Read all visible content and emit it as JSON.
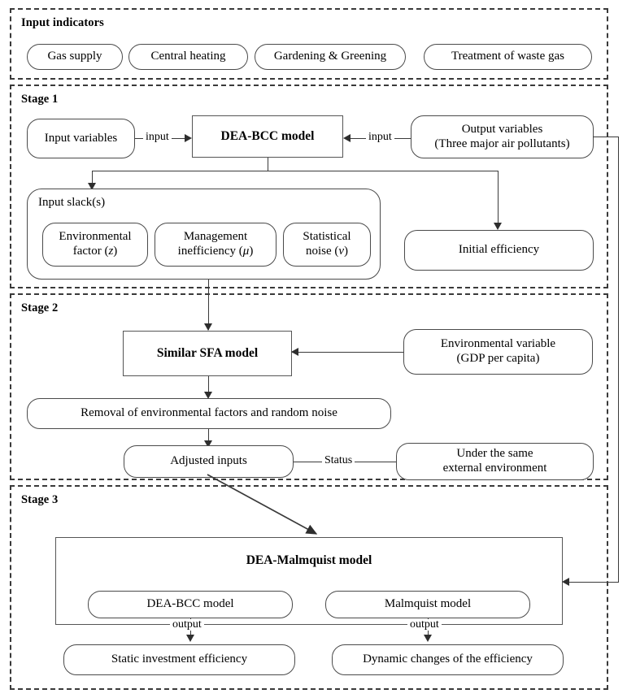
{
  "sections": {
    "input_indicators": {
      "title": "Input indicators",
      "items": [
        {
          "label": "Gas supply"
        },
        {
          "label": "Central heating"
        },
        {
          "label": "Gardening & Greening"
        },
        {
          "label": "Treatment of waste gas"
        }
      ]
    },
    "stage1": {
      "title": "Stage 1",
      "input_variables": "Input variables",
      "model": "DEA-BCC model",
      "output_variables_line1": "Output variables",
      "output_variables_line2": "(Three major air pollutants)",
      "edge_input_left": "input",
      "edge_input_right": "input",
      "slack_title": "Input slack(s)",
      "slack_items": [
        {
          "line1": "Environmental",
          "line2_pre": "factor (",
          "symbol": "z",
          "line2_post": ")"
        },
        {
          "line1": "Management",
          "line2_pre": "inefficiency (",
          "symbol": "μ",
          "line2_post": ")"
        },
        {
          "line1": "Statistical",
          "line2_pre": "noise (",
          "symbol": "v",
          "line2_post": ")"
        }
      ],
      "initial_efficiency": "Initial efficiency"
    },
    "stage2": {
      "title": "Stage 2",
      "model": "Similar SFA model",
      "env_variable_line1": "Environmental variable",
      "env_variable_line2": "(GDP per capita)",
      "removal": "Removal of environmental factors and random noise",
      "adjusted_inputs": "Adjusted inputs",
      "edge_status": "Status",
      "same_env_line1": "Under the same",
      "same_env_line2": "external environment"
    },
    "stage3": {
      "title": "Stage 3",
      "group_title": "DEA-Malmquist model",
      "sub_left": "DEA-BCC model",
      "sub_right": "Malmquist model",
      "edge_output_left": "output",
      "edge_output_right": "output",
      "result_left": "Static investment efficiency",
      "result_right": "Dynamic changes of the efficiency"
    }
  },
  "colors": {
    "stroke": "#3a3a3a",
    "node_border": "#4a4a4a",
    "background": "#ffffff",
    "text": "#000000"
  }
}
